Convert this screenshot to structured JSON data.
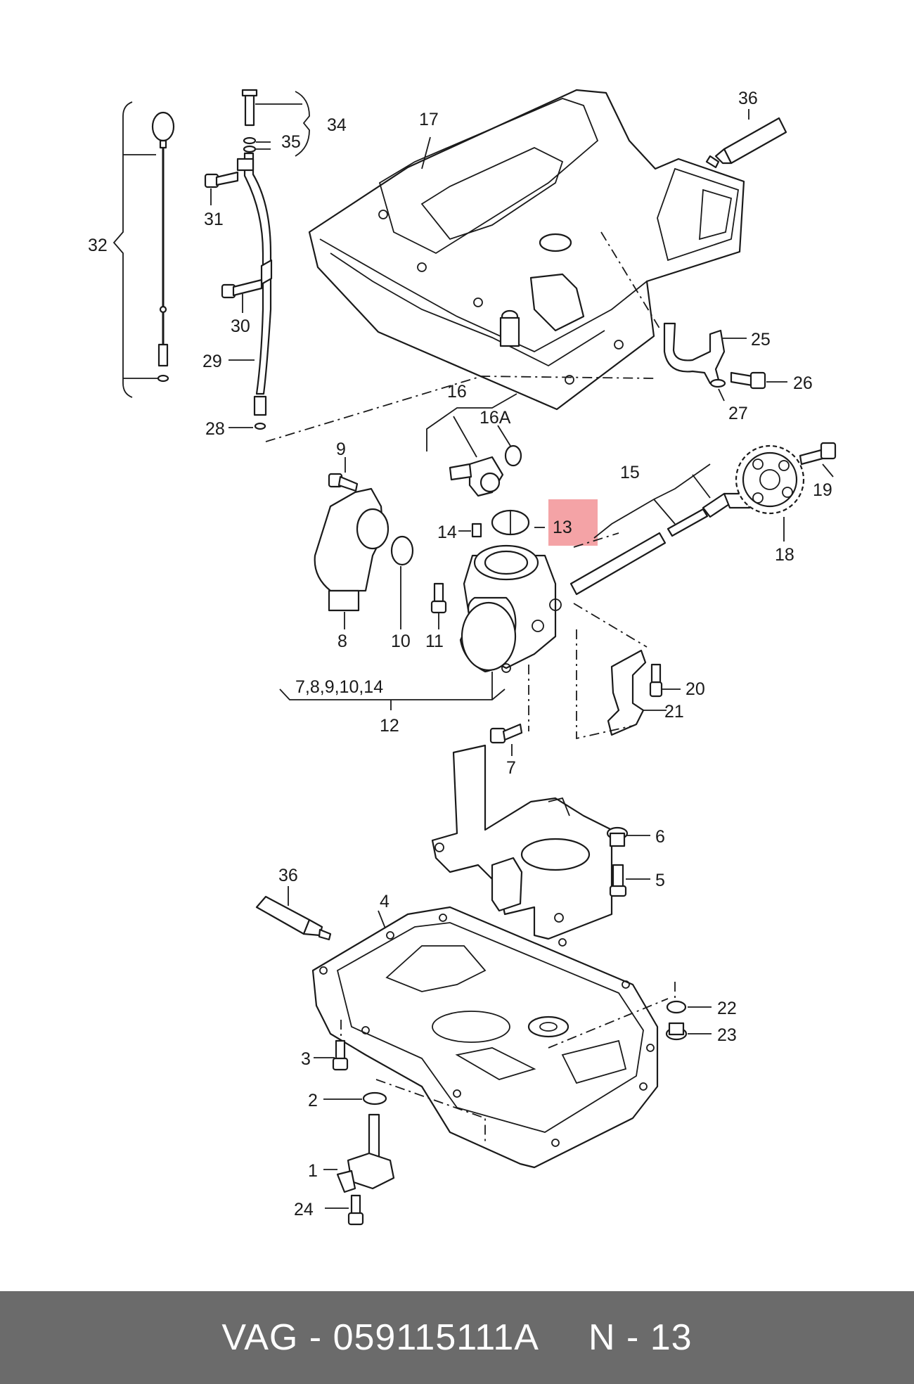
{
  "callouts": {
    "c1": "1",
    "c2": "2",
    "c3": "3",
    "c4": "4",
    "c5": "5",
    "c6": "6",
    "c7": "7",
    "c8": "8",
    "c9": "9",
    "c10": "10",
    "c11": "11",
    "c12": "12",
    "c12_group": "7,8,9,10,14",
    "c13": "13",
    "c14": "14",
    "c15": "15",
    "c16": "16",
    "c16a": "16A",
    "c17": "17",
    "c18": "18",
    "c19": "19",
    "c20": "20",
    "c21": "21",
    "c22": "22",
    "c23": "23",
    "c24": "24",
    "c25": "25",
    "c26": "26",
    "c27": "27",
    "c28": "28",
    "c29": "29",
    "c30": "30",
    "c31": "31",
    "c32": "32",
    "c34": "34",
    "c35": "35",
    "c36_top": "36",
    "c36_bottom": "36"
  },
  "highlight": {
    "part": "13",
    "color": "#f4a3a6"
  },
  "footer": {
    "brand_part": "VAG - 059115111A",
    "page_ref": "N - 13",
    "bg_color": "#6b6b6b"
  }
}
